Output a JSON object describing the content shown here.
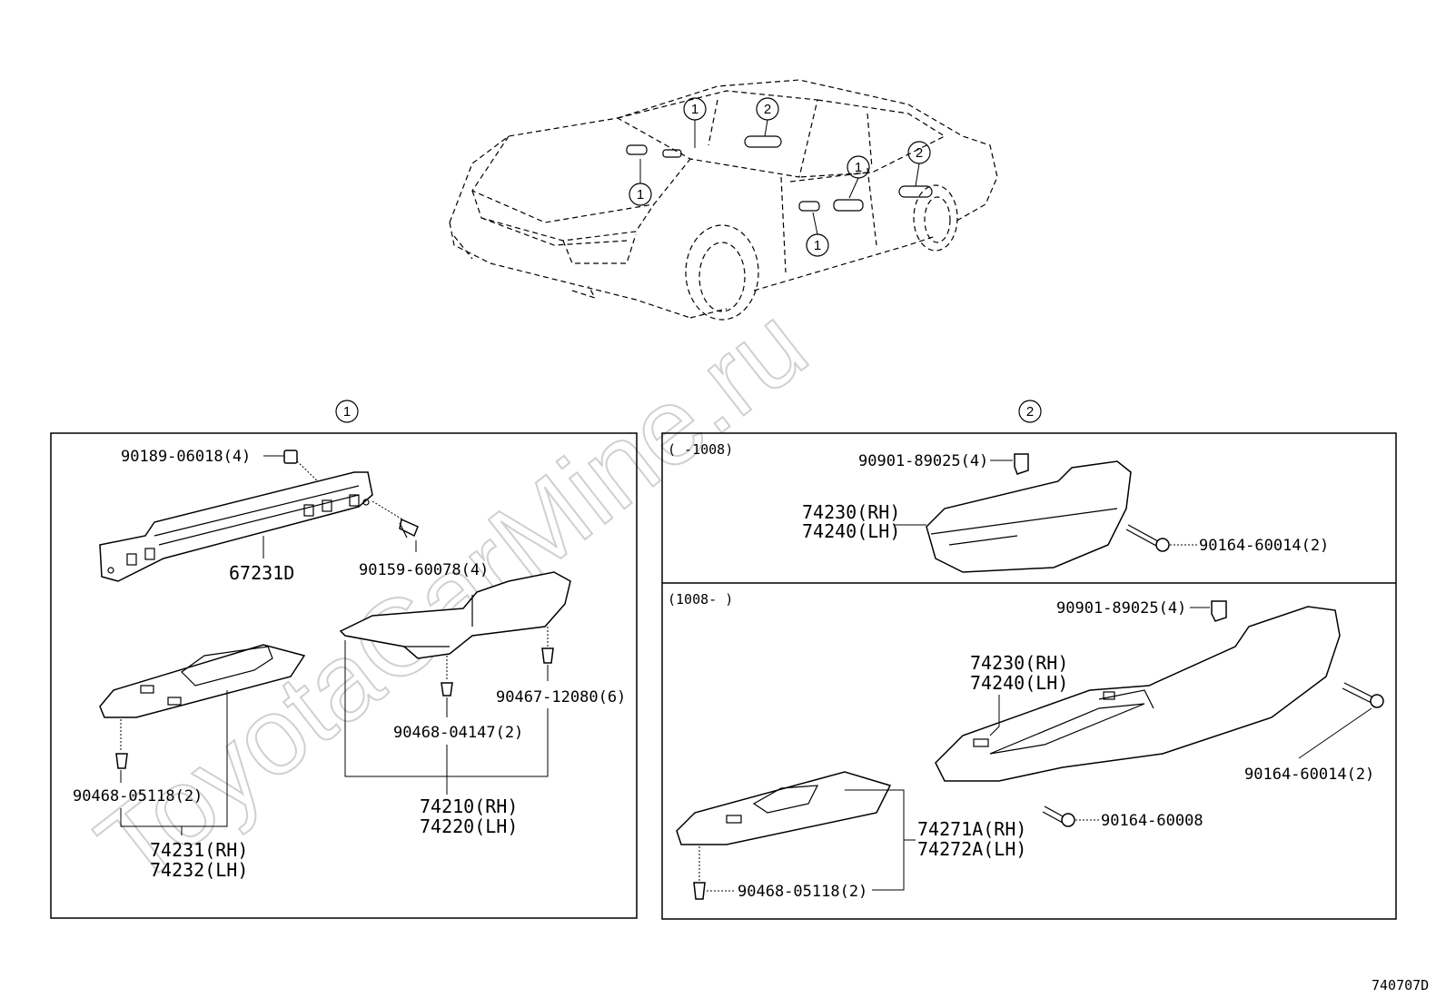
{
  "watermark": "ToyotaCarMine.ru",
  "diagram_id": "740707D",
  "car_callouts": [
    "1",
    "1",
    "1",
    "1",
    "2",
    "2"
  ],
  "section1": {
    "callout": "1",
    "parts": {
      "p90189": "90189-06018(4)",
      "p67231": "67231D",
      "p90159": "90159-60078(4)",
      "p90467": "90467-12080(6)",
      "p90468a": "90468-04147(2)",
      "p74210": "74210(RH)",
      "p74220": "74220(LH)",
      "p90468b": "90468-05118(2)",
      "p74231": "74231(RH)",
      "p74232": "74232(LH)"
    }
  },
  "section2": {
    "callout": "2",
    "upper": {
      "range": "(      -1008)",
      "p90901": "90901-89025(4)",
      "p74230": "74230(RH)",
      "p74240": "74240(LH)",
      "p90164": "90164-60014(2)"
    },
    "lower": {
      "range": "(1008-      )",
      "p90901": "90901-89025(4)",
      "p74230": "74230(RH)",
      "p74240": "74240(LH)",
      "p90164a": "90164-60014(2)",
      "p90164b": "90164-60008",
      "p74271": "74271A(RH)",
      "p74272": "74272A(LH)",
      "p90468": "90468-05118(2)"
    }
  }
}
